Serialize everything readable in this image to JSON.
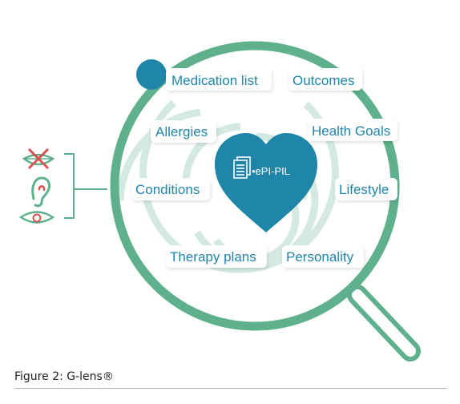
{
  "figure": {
    "caption": "Figure 2: G-lens®",
    "heart_label": "•ePI-PIL",
    "labels": {
      "medication_list": "Medication list",
      "outcomes": "Outcomes",
      "allergies": "Allergies",
      "health_goals": "Health Goals",
      "conditions": "Conditions",
      "lifestyle": "Lifestyle",
      "therapy_plans": "Therapy plans",
      "personality": "Personality"
    },
    "sense_icons": [
      "mouth-crossed-icon",
      "ear-icon",
      "eye-icon"
    ],
    "colors": {
      "lens_green": "#5fb08c",
      "ring_light": "#d5e9e3",
      "heart_blue": "#1f86aa",
      "label_blue": "#1f86aa",
      "icon_red": "#d9534f"
    }
  }
}
